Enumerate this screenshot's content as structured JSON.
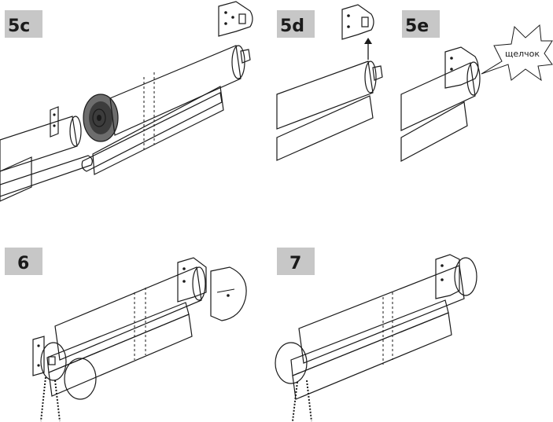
{
  "steps": [
    {
      "id": "5c",
      "label": "5c"
    },
    {
      "id": "5d",
      "label": "5d"
    },
    {
      "id": "5e",
      "label": "5e"
    },
    {
      "id": "6",
      "label": "6"
    },
    {
      "id": "7",
      "label": "7"
    }
  ],
  "callout": {
    "text": "щелчок"
  },
  "colors": {
    "badge": "#c7c7c7",
    "tube_light": "#f2f2f2",
    "tube_mid": "#cfcfcf",
    "tube_dark": "#8a8a8a",
    "line": "#1a1a1a"
  }
}
